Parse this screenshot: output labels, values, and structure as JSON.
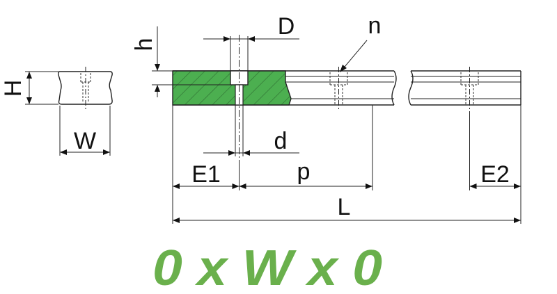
{
  "labels": {
    "h": "h",
    "D": "D",
    "n": "n",
    "H": "H",
    "W": "W",
    "d": "d",
    "E1": "E1",
    "p": "p",
    "E2": "E2",
    "L": "L"
  },
  "caption": "0 x W x 0",
  "colors": {
    "section_fill": "#4caf50",
    "caption": "#6ab04c",
    "line": "#222222"
  }
}
